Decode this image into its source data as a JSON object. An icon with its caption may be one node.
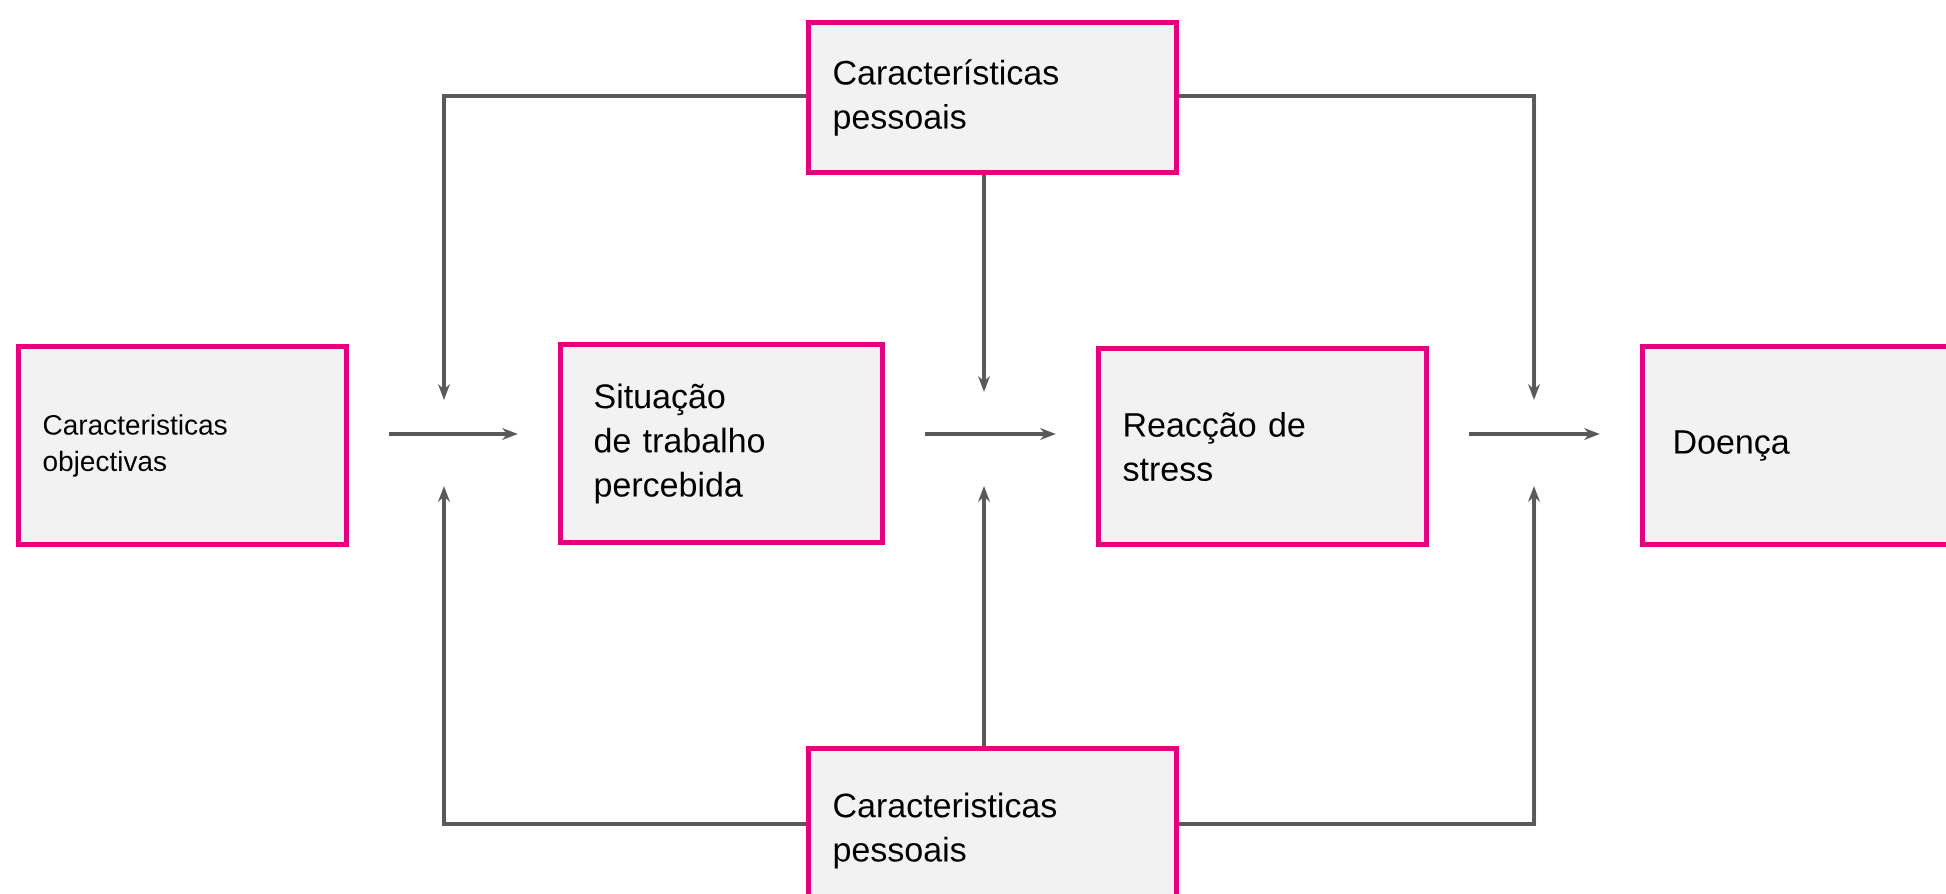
{
  "diagram": {
    "nodes": [
      {
        "text": [
          "Características pessoais"
        ]
      },
      {
        "text": [
          "Caracteristicas objectivas"
        ]
      },
      {
        "text": [
          "Situação de trabalho percebida"
        ]
      },
      {
        "text": [
          "Reacção de stress"
        ]
      },
      {
        "text": [
          "Doença"
        ]
      },
      {
        "text": [
          "Caracteristicas pessoais"
        ]
      }
    ],
    "edges": [
      {
        "from": 1,
        "to": 2,
        "arrow": "to"
      },
      {
        "from": 2,
        "to": 3,
        "arrow": "to"
      },
      {
        "from": 3,
        "to": 4,
        "arrow": "to"
      },
      {
        "from": 0,
        "to": null,
        "arrow": "to"
      },
      {
        "from": 0,
        "to": null,
        "arrow": "to"
      },
      {
        "from": 0,
        "to": null,
        "arrow": "to"
      },
      {
        "from": 5,
        "to": null,
        "arrow": "to"
      },
      {
        "from": 5,
        "to": null,
        "arrow": "to"
      },
      {
        "from": 5,
        "to": null,
        "arrow": "to"
      }
    ]
  }
}
